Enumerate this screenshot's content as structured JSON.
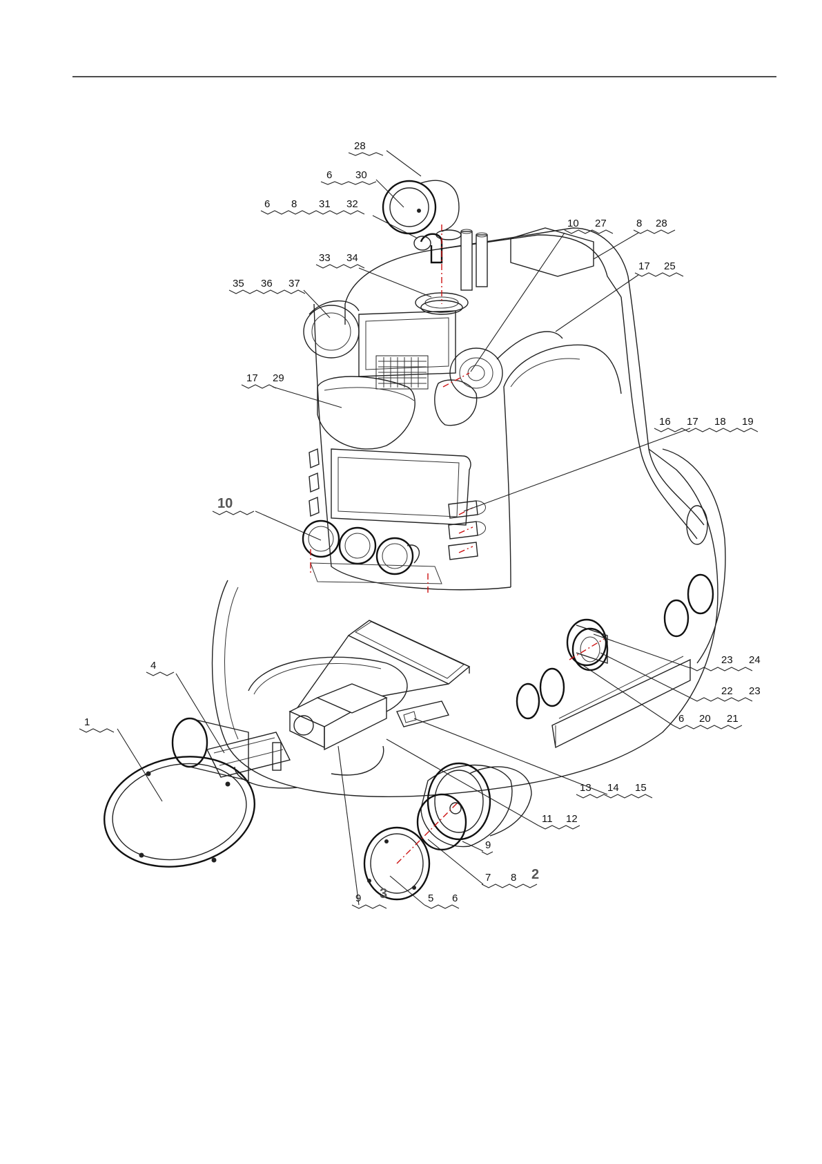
{
  "figure": {
    "type": "exploded-assembly-drawing",
    "colors": {
      "ink": "#222222",
      "axis_lines": "#cc1111",
      "highlight_numbers": "#555555"
    }
  },
  "callouts": [
    {
      "id": "c28top",
      "labels": [
        "28"
      ]
    },
    {
      "id": "c6-30",
      "labels": [
        "6",
        "30"
      ]
    },
    {
      "id": "c6-8-31-32",
      "labels": [
        "6",
        "8",
        "31",
        "32"
      ]
    },
    {
      "id": "c10-27",
      "labels": [
        "10",
        "27"
      ]
    },
    {
      "id": "c8-28",
      "labels": [
        "8",
        "28"
      ]
    },
    {
      "id": "c33-34",
      "labels": [
        "33",
        "34"
      ]
    },
    {
      "id": "c17-25",
      "labels": [
        "17",
        "25"
      ]
    },
    {
      "id": "c35-36-37",
      "labels": [
        "35",
        "36",
        "37"
      ]
    },
    {
      "id": "c17-29",
      "labels": [
        "17",
        "29"
      ]
    },
    {
      "id": "c16-19",
      "labels": [
        "16",
        "17",
        "18",
        "19"
      ]
    },
    {
      "id": "c10",
      "labels": [
        "10"
      ]
    },
    {
      "id": "c23-24",
      "labels": [
        "23",
        "24"
      ]
    },
    {
      "id": "c22-23",
      "labels": [
        "22",
        "23"
      ]
    },
    {
      "id": "c4",
      "labels": [
        "4"
      ]
    },
    {
      "id": "c6-20-21",
      "labels": [
        "6",
        "20",
        "21"
      ]
    },
    {
      "id": "c1",
      "labels": [
        "1"
      ]
    },
    {
      "id": "c13-15",
      "labels": [
        "13",
        "14",
        "15"
      ]
    },
    {
      "id": "c11-12",
      "labels": [
        "11",
        "12"
      ]
    },
    {
      "id": "c9b",
      "labels": [
        "9"
      ]
    },
    {
      "id": "c7-8-2",
      "labels": [
        "7",
        "8",
        "2"
      ]
    },
    {
      "id": "c9-3",
      "labels": [
        "9",
        "3"
      ]
    },
    {
      "id": "c5-6",
      "labels": [
        "5",
        "6"
      ]
    }
  ]
}
